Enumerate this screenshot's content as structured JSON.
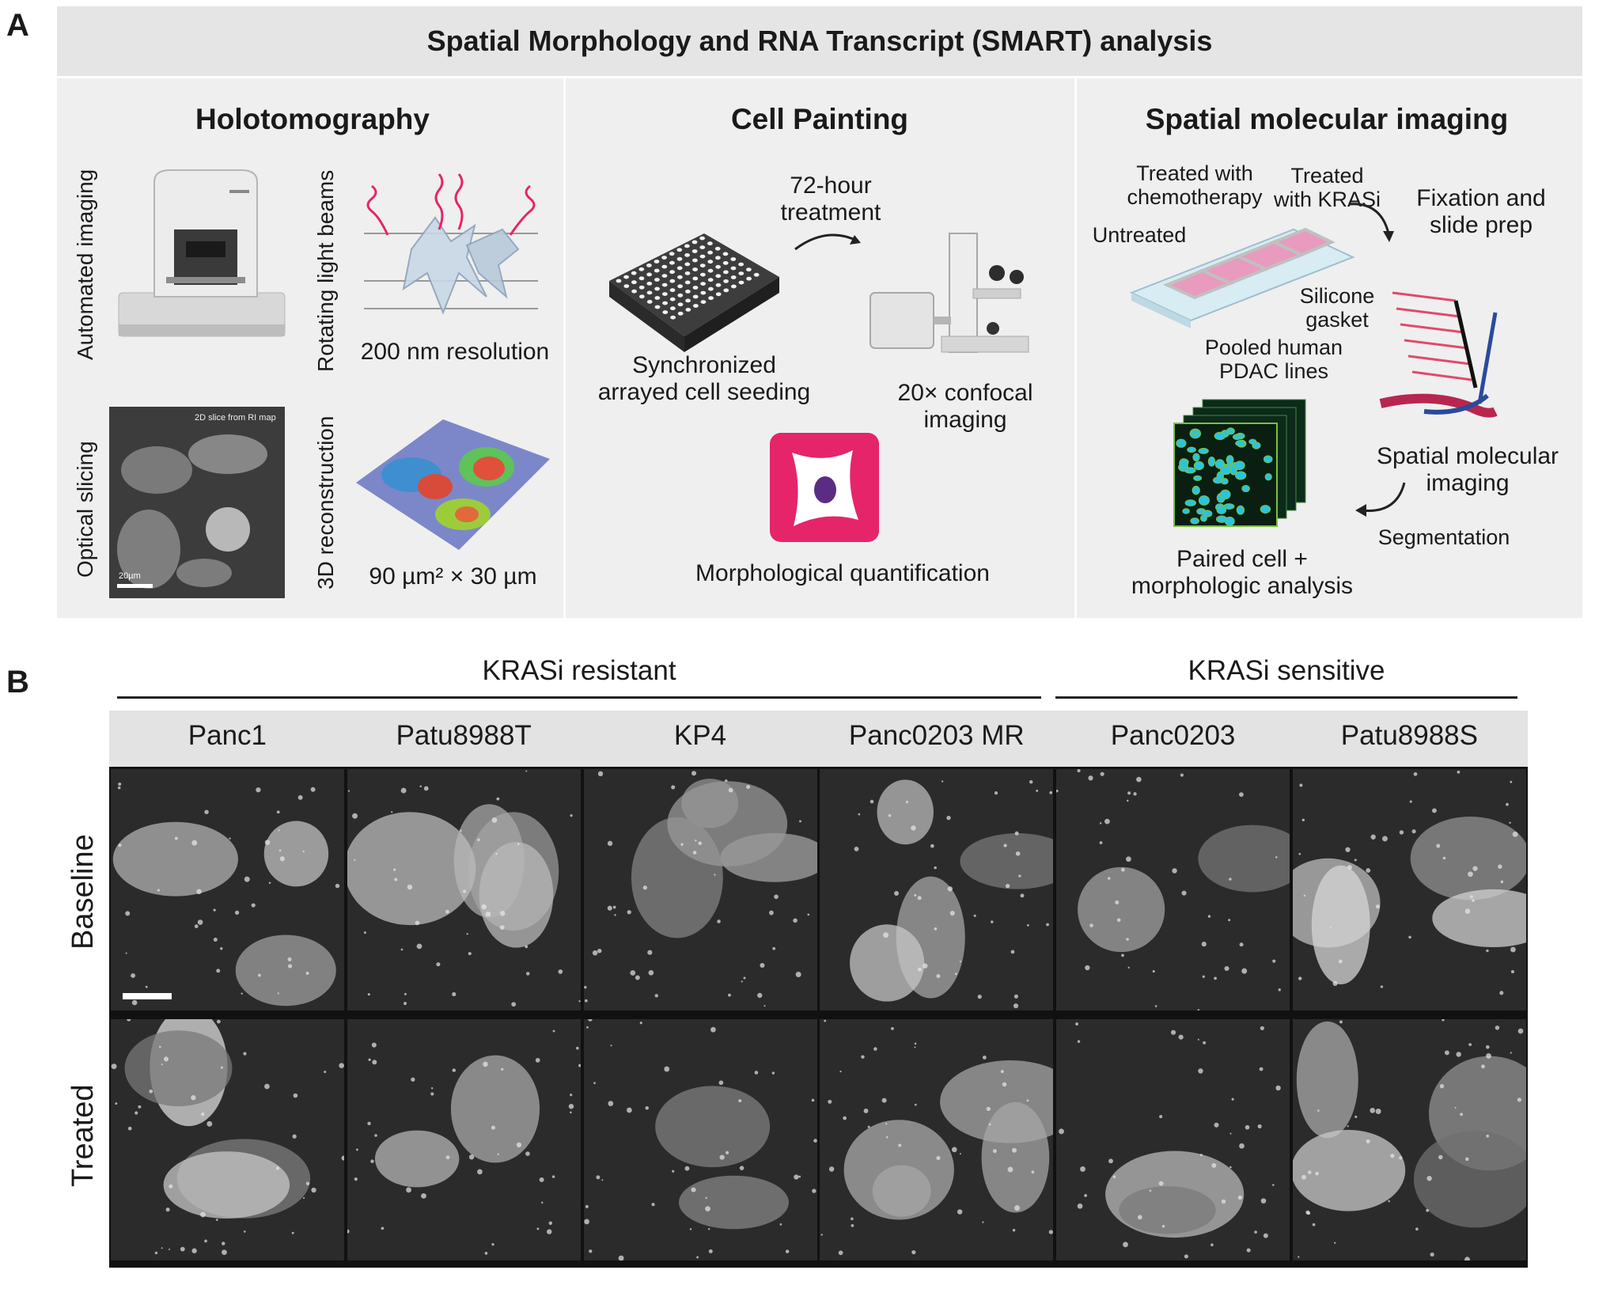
{
  "panel_a": {
    "letter": "A",
    "title": "Spatial Morphology and RNA Transcript (SMART) analysis",
    "holotomography": {
      "title": "Holotomography",
      "automated_imaging": "Automated imaging",
      "rotating_light_beams": "Rotating light beams",
      "resolution": "200 nm resolution",
      "optical_slicing": "Optical slicing",
      "slice_caption": "2D slice from RI map",
      "scale_label": "20µm",
      "reconstruction": "3D reconstruction",
      "volume": "90 µm² × 30 µm"
    },
    "cell_painting": {
      "title": "Cell Painting",
      "treatment_line1": "72-hour",
      "treatment_line2": "treatment",
      "seeding_line1": "Synchronized",
      "seeding_line2": "arrayed cell seeding",
      "confocal_line1": "20× confocal",
      "confocal_line2": "imaging",
      "quantification": "Morphological quantification"
    },
    "spatial": {
      "title": "Spatial molecular imaging",
      "treated_chemo_line1": "Treated with",
      "treated_chemo_line2": "chemotherapy",
      "treated_krasi_line1": "Treated",
      "treated_krasi_line2": "with KRASi",
      "untreated": "Untreated",
      "fixation_line1": "Fixation and",
      "fixation_line2": "slide prep",
      "silicone_line1": "Silicone",
      "silicone_line2": "gasket",
      "pooled_line1": "Pooled human",
      "pooled_line2": "PDAC lines",
      "smi_line1": "Spatial molecular",
      "smi_line2": "imaging",
      "segmentation": "Segmentation",
      "paired_line1": "Paired cell +",
      "paired_line2": "morphologic analysis"
    }
  },
  "panel_b": {
    "letter": "B",
    "group_resistant": "KRASi resistant",
    "group_sensitive": "KRASi sensitive",
    "columns": [
      "Panc1",
      "Patu8988T",
      "KP4",
      "Panc0203 MR",
      "Panc0203",
      "Patu8988S"
    ],
    "rows": [
      "Baseline",
      "Treated"
    ]
  },
  "colors": {
    "panel_bg": "#efefef",
    "title_bg": "#e5e5e5",
    "header_bg": "#e3e3e3",
    "pink": "#e6246a",
    "chamber_pink": "#e99abf",
    "micrograph_bg": "#2b2b2b",
    "cyan": "#29c4e0"
  },
  "icons": [
    "microscope-icon",
    "light-beams-icon",
    "well-plate-icon",
    "confocal-microscope-icon",
    "cell-app-icon",
    "slide-icon",
    "segmentation-stack-icon"
  ]
}
